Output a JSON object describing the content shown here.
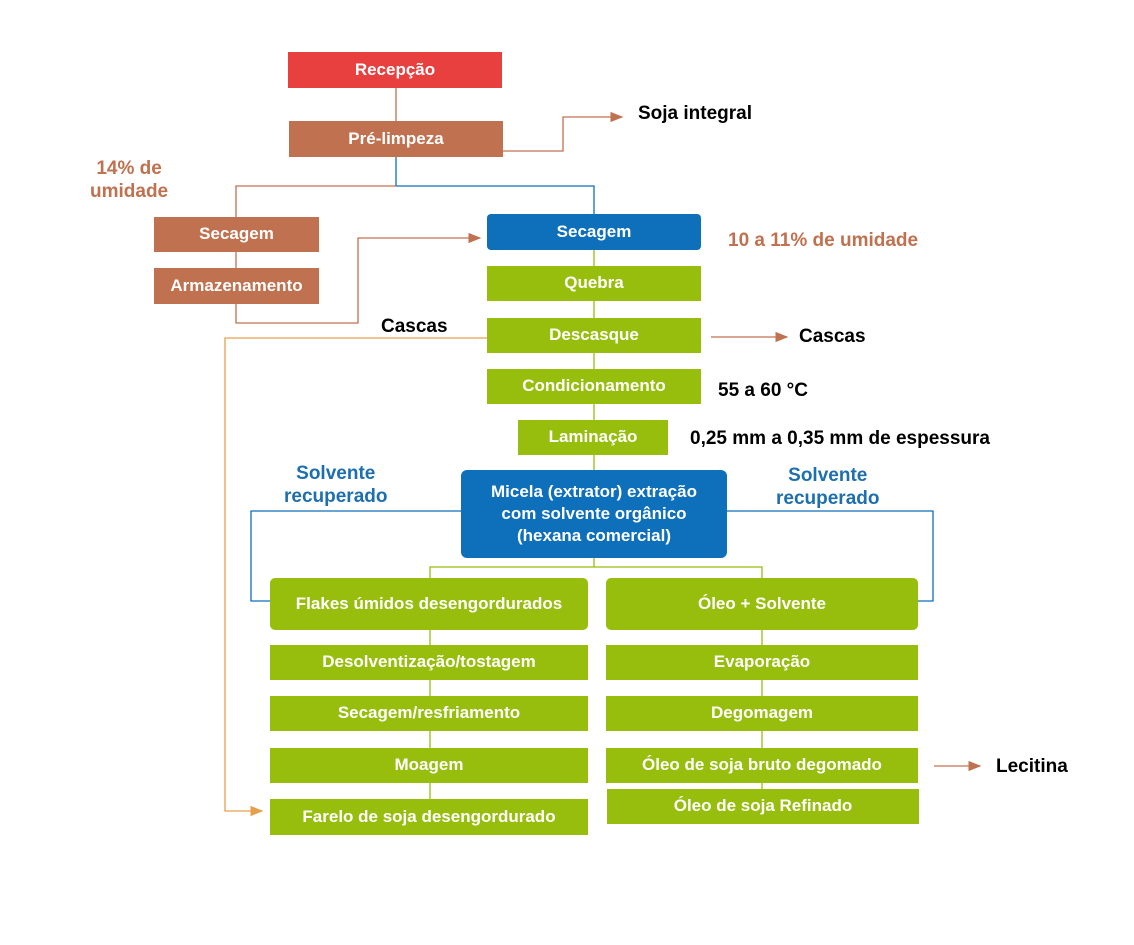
{
  "boxes": {
    "recepcao": "Recepção",
    "pre_limpeza": "Pré-limpeza",
    "secagem_left": "Secagem",
    "armazenamento": "Armazenamento",
    "secagem_main": "Secagem",
    "quebra": "Quebra",
    "descasque": "Descasque",
    "condicionamento": "Condicionamento",
    "laminacao": "Laminação",
    "micela": "Micela (extrator) extração\ncom solvente orgânico\n(hexana comercial)",
    "flakes": "Flakes úmidos  desengordurados",
    "oleo_solvente": "Óleo + Solvente",
    "desolventizacao": "Desolventização/tostagem",
    "evaporacao": "Evaporação",
    "secagem_resfriamento": "Secagem/resfriamento",
    "degomagem": "Degomagem",
    "moagem": "Moagem",
    "oleo_bruto": "Óleo de soja bruto degomado",
    "farelo": "Farelo de soja desengordurado",
    "oleo_refinado": "Óleo de soja Refinado"
  },
  "labels": {
    "soja_integral": "Soja integral",
    "umidade_14": "14% de\numidade",
    "umidade_10_11": "10 a 11% de umidade",
    "cascas_left": "Cascas",
    "cascas_right": "Cascas",
    "temperatura": "55 a 60 °C",
    "espessura": "0,25 mm a 0,35 mm de espessura",
    "solvente_left": "Solvente\nrecuperado",
    "solvente_right": "Solvente\nrecuperado",
    "lecitina": "Lecitina"
  },
  "colors": {
    "red": "#e8403f",
    "brown": "#c0714f",
    "blue": "#0e6fba",
    "green": "#97be0d",
    "orange_line": "#e6a04a"
  }
}
